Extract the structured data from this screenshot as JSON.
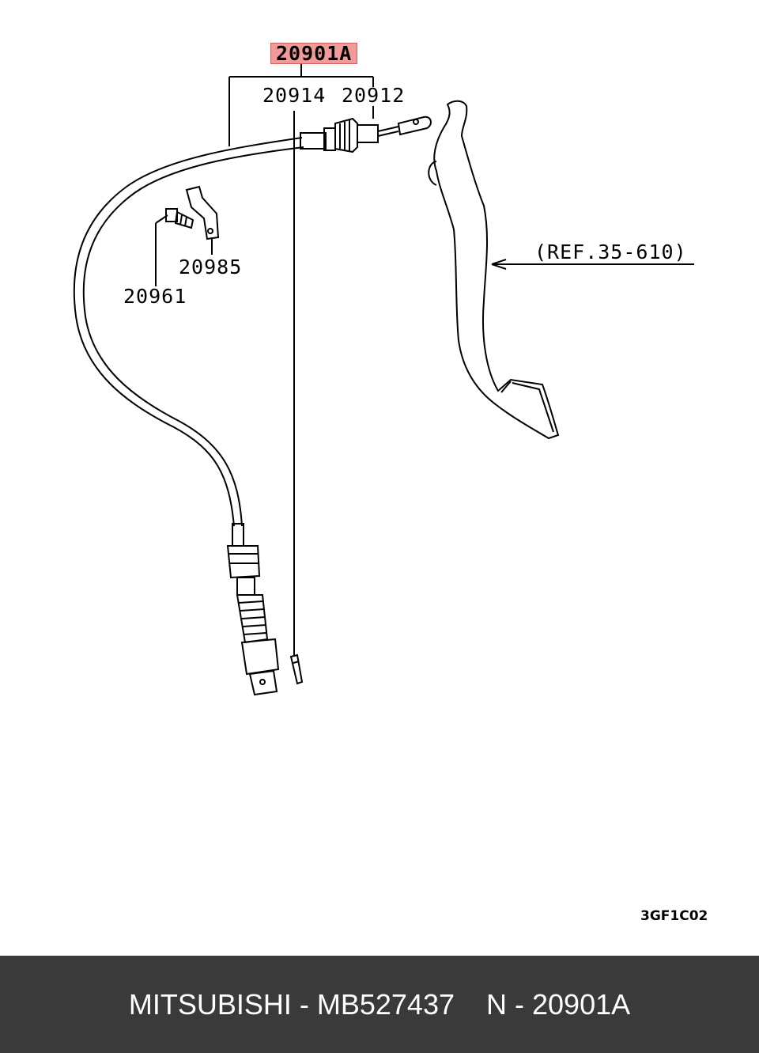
{
  "diagram": {
    "main_part_number": "20901A",
    "labels": {
      "cable_inner": "20914",
      "cable_outer": "20912",
      "bracket": "20985",
      "bolt": "20961",
      "reference": "(REF.35-610)"
    },
    "drawing_code": "3GF1C02"
  },
  "footer": {
    "brand": "MITSUBISHI",
    "separator": " - ",
    "part_number": "MB527437",
    "gap": "    ",
    "ref_prefix": "N",
    "ref_number": "20901A"
  },
  "colors": {
    "highlight": "#f29a9a",
    "footer_bg": "#3a3a3a",
    "footer_text": "#ffffff",
    "line": "#000000"
  }
}
